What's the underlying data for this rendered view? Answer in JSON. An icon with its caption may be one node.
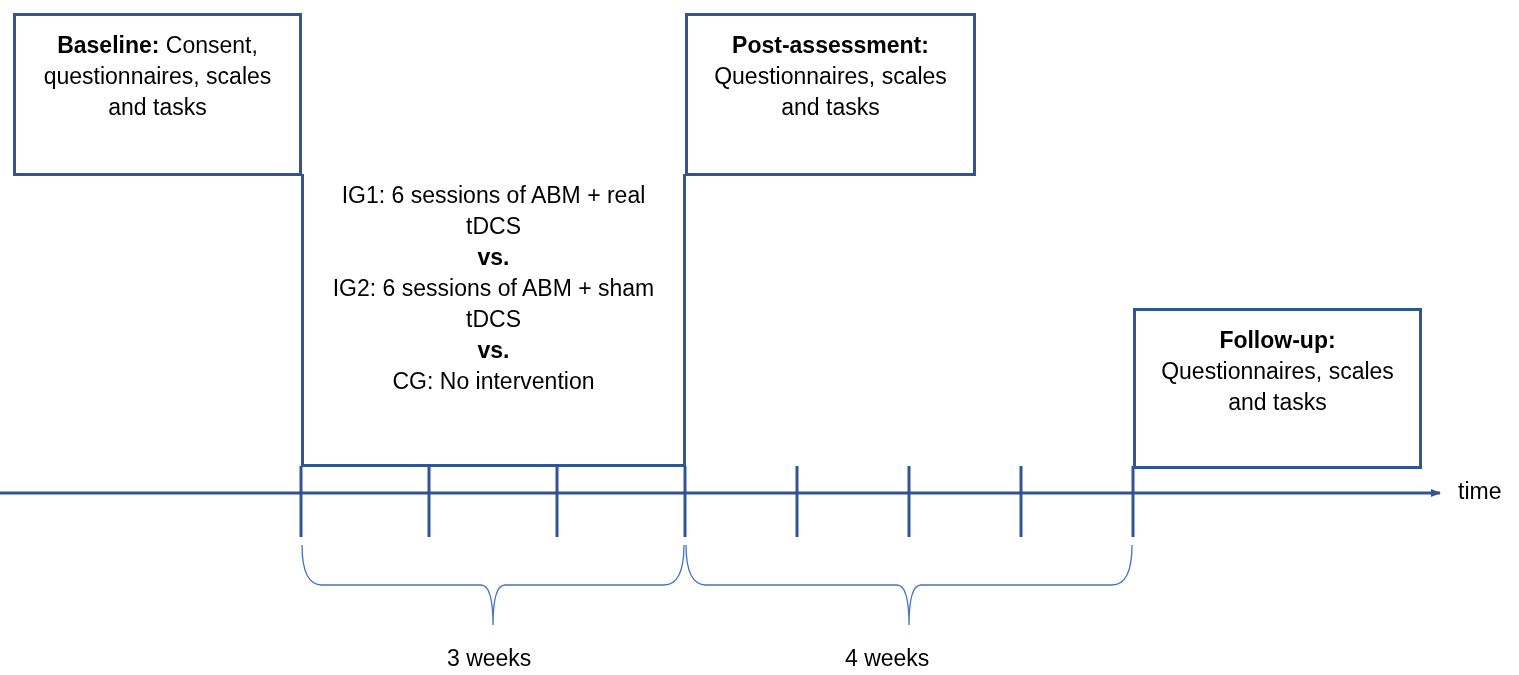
{
  "diagram": {
    "nodes": [
      {
        "text": [
          "**Baseline:** Consent, questionnaires, scales and tasks"
        ]
      },
      {
        "text": [
          "IG1: 6 sessions of ABM + real tDCS",
          "vs.",
          "IG2: 6 sessions of ABM + sham tDCS",
          "vs.",
          "CG: No intervention"
        ]
      },
      {
        "text": [
          "Post-assessment:",
          "Questionnaires, scales and tasks"
        ]
      },
      {
        "text": [
          "Follow-up:",
          "Questionnaires, scales and tasks"
        ]
      }
    ],
    "labels": [
      "time",
      "3 weeks",
      "4 weeks"
    ]
  }
}
